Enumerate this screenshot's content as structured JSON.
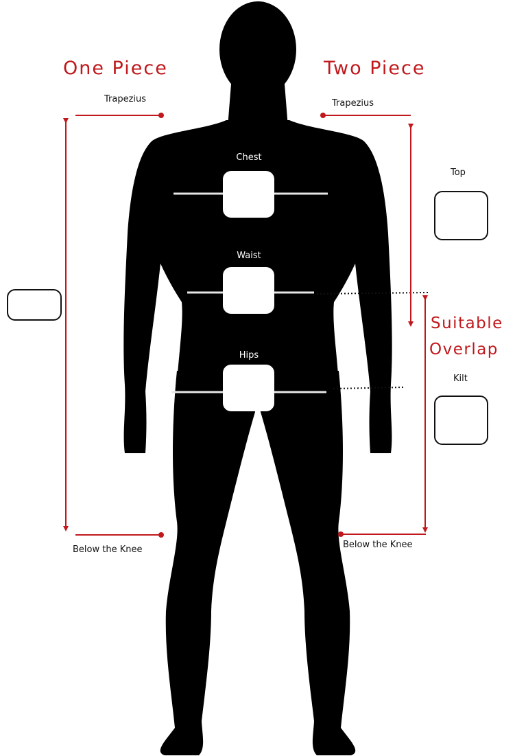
{
  "colors": {
    "accent": "#c0181c",
    "silhouette": "#000000",
    "ink": "#111111"
  },
  "headings": {
    "one_piece": "One Piece",
    "two_piece": "Two Piece",
    "suitable": "Suitable",
    "overlap": "Overlap"
  },
  "labels": {
    "trapezius_left": "Trapezius",
    "trapezius_right": "Trapezius",
    "chest": "Chest",
    "waist": "Waist",
    "hips": "Hips",
    "top": "Top",
    "kilt": "Kilt",
    "below_knee_left": "Below the Knee",
    "below_knee_right": "Below the Knee"
  }
}
